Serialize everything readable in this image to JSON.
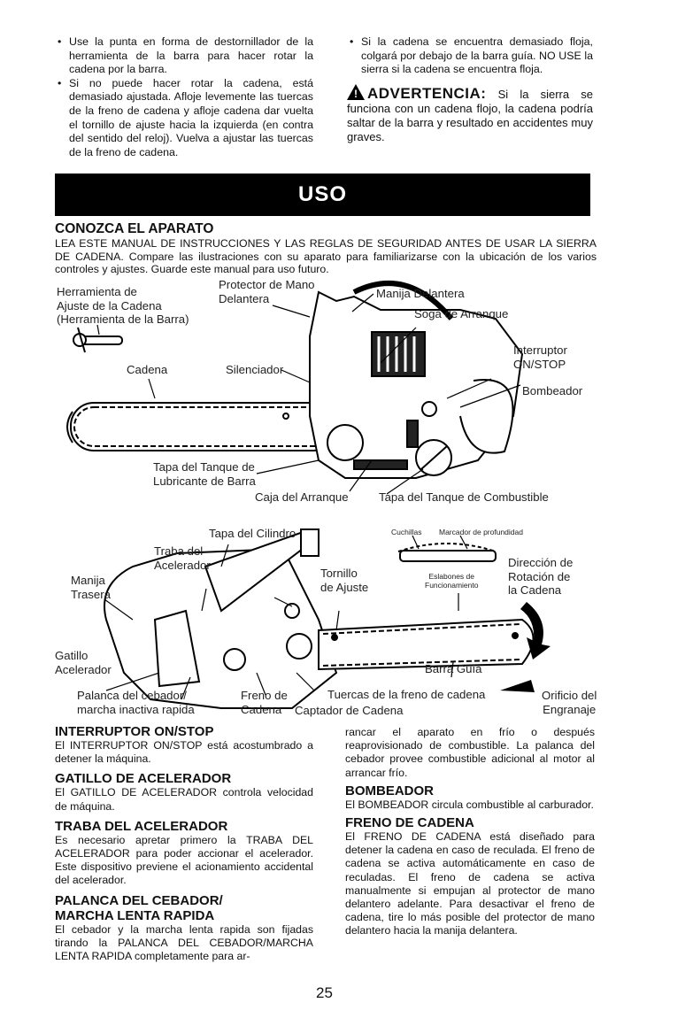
{
  "top_left_bullets": [
    "Use la punta en forma de destornillador de la herramienta de la barra para hacer rotar la cadena por la barra.",
    "Si no puede hacer rotar la cadena, está demasiado ajustada. Afloje levemente las tuercas de la freno de cadena y afloje cadena dar vuelta el tornillo de ajuste hacia la izquierda (en contra del sentido del reloj). Vuelva a ajustar las tuercas de la freno de cadena."
  ],
  "top_right_bullet": "Si la cadena se encuentra demasiado floja, colgará por debajo de la barra guía. NO USE la sierra si la cadena se encuentra floja.",
  "warning": {
    "title": "ADVERTENCIA:",
    "text": "Si la sierra se funciona con un cadena flojo, la cadena podría saltar de la barra y resultado en accidentes muy graves."
  },
  "banner": "USO",
  "section_title": "CONOZCA EL APARATO",
  "intro": "LEA ESTE MANUAL DE INSTRUCCIONES Y LAS REGLAS DE SEGURIDAD ANTES DE USAR LA SIERRA DE CADENA. Compare las ilustraciones con su aparato para familiarizarse con la ubicación de los varios controles y ajustes. Guarde este manual para uso futuro.",
  "diagram1_labels": {
    "herramienta": "Herramienta de\nAjuste de la Cadena\n(Herramienta de la Barra)",
    "protector": "Protector de Mano\nDelantera",
    "manija_delantera": "Manija Delantera",
    "soga": "Soga de Arranque",
    "interruptor": "Interruptor\nON/STOP",
    "bombeador": "Bombeador",
    "cadena": "Cadena",
    "silenciador": "Silenciador",
    "tapa_lubricante": "Tapa del Tanque de\nLubricante de Barra",
    "caja_arranque": "Caja del Arranque",
    "tapa_combustible": "Tapa del Tanque de Combustible"
  },
  "diagram2_labels": {
    "tapa_cilindro": "Tapa del Cilindro",
    "traba": "Traba del\nAcelerador",
    "manija_trasera": "Manija\nTrasera",
    "tornillo": "Tornillo\nde Ajuste",
    "cuchillas": "Cuchillas",
    "marcador": "Marcador de profundidad",
    "eslabones": "Eslabones de\nFuncionamiento",
    "direccion": "Dirección de\nRotación de\nla Cadena",
    "gatillo": "Gatillo\nAcelerador",
    "barra_guia": "Barra Guía",
    "palanca": "Palanca del cebador/\nmarcha inactiva rapida",
    "freno": "Freno de\nCadena",
    "captador": "Captador de Cadena",
    "tuercas": "Tuercas de la freno de cadena",
    "orificio": "Orificio del\nEngranaje"
  },
  "left_sections": [
    {
      "title": "INTERRUPTOR ON/STOP",
      "text": "El INTERRUPTOR ON/STOP está acostumbrado a detener la máquina."
    },
    {
      "title": "GATILLO DE ACELERADOR",
      "text": "El GATILLO DE ACELERADOR controla velocidad de máquina."
    },
    {
      "title": "TRABA DEL ACELERADOR",
      "text": "Es necesario apretar primero la TRABA DEL ACELERADOR para poder accionar el acelerador. Este dispositivo previene el acionamiento accidental del acelerador."
    },
    {
      "title": "PALANCA DEL CEBADOR/\nMARCHA LENTA RAPIDA",
      "text": "El cebador y la marcha lenta rapida son fijadas tirando la PALANCA DEL CEBADOR/MARCHA LENTA RAPIDA completamente para ar-"
    }
  ],
  "right_continuation": "rancar el aparato en frío o después reaprovisionado de combustible. La palanca del cebador provee combustible adicional al motor al arrancar frío.",
  "right_sections": [
    {
      "title": "BOMBEADOR",
      "text": "El BOMBEADOR circula combustible al carburador."
    },
    {
      "title": "FRENO DE CADENA",
      "text": "El FRENO DE CADENA está diseñado para detener la cadena en caso de reculada. El freno de cadena se activa automáticamente en caso de reculadas. El freno de cadena se activa manualmente si empujan al protector de mano delantero adelante. Para desactivar el freno de cadena, tire lo más posible del protector de mano delantero hacia la manija delantera."
    }
  ],
  "page_number": "25"
}
